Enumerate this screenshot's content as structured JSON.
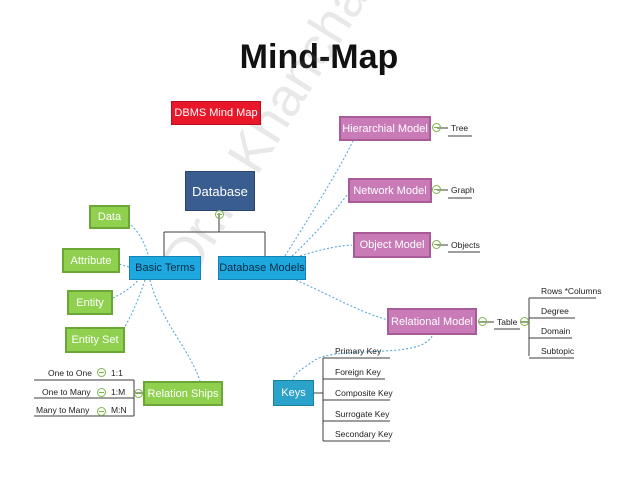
{
  "title": "Mind-Map",
  "watermark": "Dr.R.Khanchana",
  "legend_label": "DBMS Mind Map",
  "root": "Database",
  "basic_terms": "Basic Terms",
  "database_models": "Database Models",
  "terms": {
    "data": "Data",
    "attribute": "Attribute",
    "entity": "Entity",
    "entity_set": "Entity Set"
  },
  "relation_ships": "Relation Ships",
  "relationships": [
    {
      "name": "One to One",
      "ratio": "1:1"
    },
    {
      "name": "One to Many",
      "ratio": "1:M"
    },
    {
      "name": "Many to Many",
      "ratio": "M:N"
    }
  ],
  "models": {
    "hierarchial": {
      "label": "Hierarchial Model",
      "child": "Tree"
    },
    "network": {
      "label": "Network Model",
      "child": "Graph"
    },
    "object": {
      "label": "Object Model",
      "child": "Objects"
    },
    "relational": {
      "label": "Relational Model",
      "child": "Table"
    }
  },
  "table_items": [
    "Rows *Columns",
    "Degree",
    "Domain",
    "Subtopic"
  ],
  "keys": "Keys",
  "key_items": [
    "Primary Key",
    "Foreign Key",
    "Composite Key",
    "Surrogate Key",
    "Secondary Key"
  ]
}
